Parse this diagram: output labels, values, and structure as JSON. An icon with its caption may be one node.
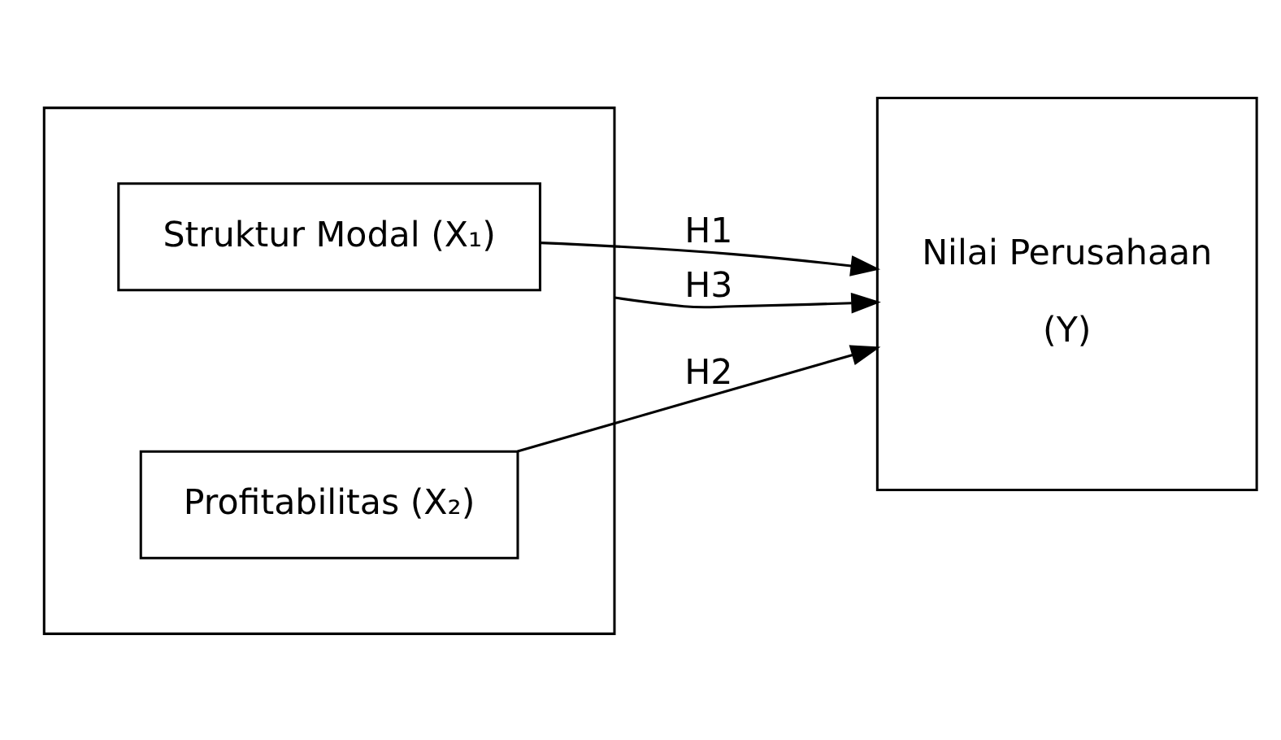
{
  "diagram": {
    "nodes": [
      {
        "text": [],
        "shape": "box"
      },
      {
        "text": [
          "Struktur Modal (X₁)"
        ],
        "in": 0
      },
      {
        "text": [
          "Profitabilitas (X₂)"
        ],
        "in": 0
      },
      {
        "text": [
          "Nilai Perusahaan",
          "(Y)"
        ]
      }
    ],
    "edges": [
      {
        "from": 1,
        "to": 3,
        "arrow": "to",
        "label": "H1"
      },
      {
        "from": 2,
        "to": 3,
        "arrow": "to",
        "label": "H2"
      },
      {
        "from": 0,
        "to": 3,
        "arrow": "to",
        "label": "H3"
      }
    ]
  }
}
